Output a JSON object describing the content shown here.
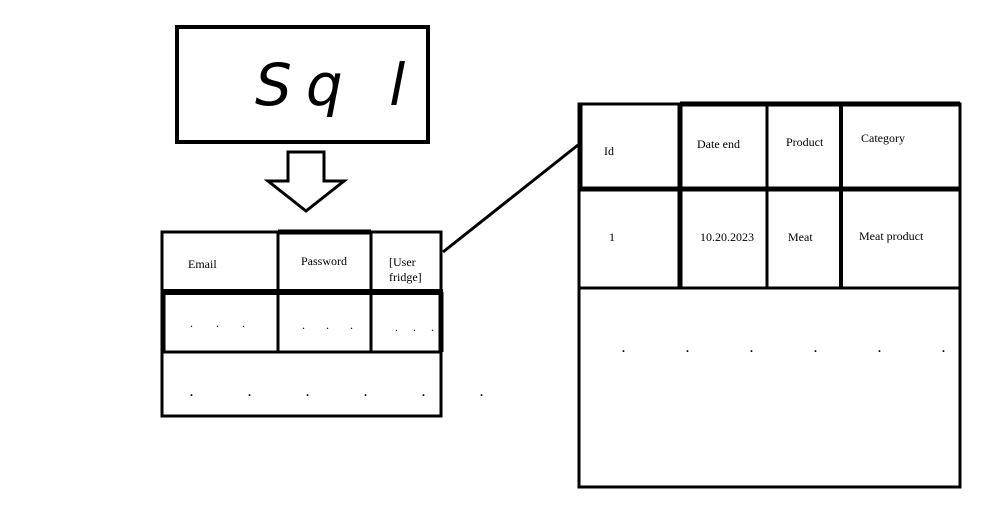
{
  "title": "Sq l",
  "users_table": {
    "headers": [
      "Email",
      "Password",
      "[User",
      "fridge]"
    ],
    "row_placeholder": ". . .",
    "more_rows": ". . . . . ."
  },
  "fridge_table": {
    "headers": [
      "Id",
      "Date end",
      "Product",
      "Category"
    ],
    "rows": [
      [
        "1",
        "10.20.2023",
        "Meat",
        "Meat product"
      ]
    ],
    "more_rows": ". . . . . . . ."
  }
}
